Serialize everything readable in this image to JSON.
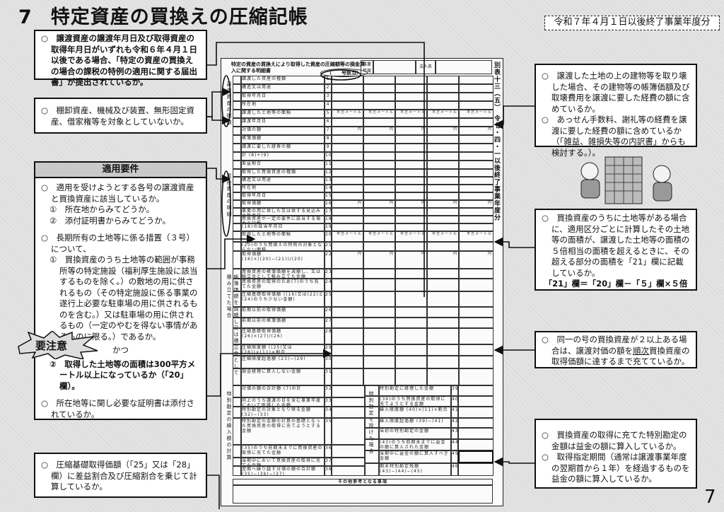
{
  "page": {
    "section_number": "7",
    "title": "特定資産の買換えの圧縮記帳",
    "period_label": "令和７年４月１日以後終了事業年度分",
    "page_number": "7"
  },
  "left_notes": {
    "note1": "○　譲渡資産の譲渡年月日及び取得資産の取得年月日がいずれも令和６年４月１日以後である場合、「特定の資産の買換えの場合の課税の特例の適用に関する届出書」が提出されているか。",
    "note2": "○　棚卸資産、機械及び装置、無形固定資産、借家権等を対象としていないか。",
    "requirements": {
      "heading": "適用要件",
      "item1": "○　適用を受けようとする各号の譲渡資産と買換資産に該当しているか。",
      "item1a": "①　所在地からみてどうか。",
      "item1b": "②　添付証明書からみてどうか。",
      "item2": "○　長期所有の土地等に係る措置（３号）について、",
      "item2a": "①　買換資産のうち土地等の範囲が事務所等の特定施設（福利厚生施設に該当するものを除く。）の敷地の用に供されるもの（その特定施設に係る事業の遂行上必要な駐車場の用に供されるものを含む。）又は駐車場の用に供されるもの（一定のやむを得ない事情があるものに限る。）であるか。",
      "and": "かつ",
      "caution": "要注意",
      "item2b": "②　取得した土地等の面積は300平方メートル以上になっているか（「20」欄）。",
      "item3": "○　所在地等に関し必要な証明書は添付されているか。"
    },
    "note4": "○　圧縮基礎取得価額（「25」又は「28」欄）に差益割合及び圧縮割合を乗じて計算しているか。"
  },
  "right_notes": {
    "note1a": "○　譲渡した土地の上の建物等を取り壊した場合、その建物等の帳簿価額及び取壊費用を譲渡に要した経費の額に含めているか。",
    "note1b": "○　あっせん手数料、謝礼等の経費を譲渡に要した経費の額に含めているか（「雑益、雑損失等の内訳書」からも検討する。）。",
    "note2": "○　買換資産のうちに土地等がある場合に、適用区分ごとに計算したその土地等の面積が、譲渡した土地等の面積の５倍相当の面積を超えるときに、その超える部分の面積を「21」欄に記載しているか。",
    "note2_formula": "「21」欄＝「20」欄－「５」欄×５倍",
    "note3_pre": "○　同一の号の買換資産が２以上ある場合は、譲渡対価の額を",
    "note3_em": "順次",
    "note3_post": "買換資産の取得価額に達するまで充てているか。",
    "note4a": "○　買換資産の取得に充てた特別勘定の金額は益金の額に算入しているか。",
    "note4b": "○　取得指定期間（通常は譲渡事業年度の翌期首から１年）を経過するものを益金の額に算入しているか。"
  },
  "form": {
    "title": "特定の資産の買換えにより取得した資産の圧縮額等の損金算入に関する明細書",
    "clause": "（　　号該当）",
    "fiscal_year_label": "事業年度",
    "corp_name_label": "法人名",
    "side_label": "別表十三（五）　令七・四・一以後終了事業年度分",
    "group1": "譲渡資産の明細",
    "group2": "買換資産の明細",
    "group3": "帳簿価額を減額し又は積立金として積み立てた場合",
    "group4": "特別勘定の繰入額の計算",
    "group5": "特別勘定を設けた場合",
    "unit_area": "平方メートル",
    "unit_yen": "円",
    "other": "その他参考となる事項",
    "rows": [
      {
        "no": "1",
        "label": "譲渡した資産の種類"
      },
      {
        "no": "2",
        "label": "構造又は用途"
      },
      {
        "no": "3",
        "label": "取得年月日"
      },
      {
        "no": "4",
        "label": "所在地"
      },
      {
        "no": "5",
        "label": "譲渡した土地等の面積"
      },
      {
        "no": "6",
        "label": "譲渡年月日"
      },
      {
        "no": "7",
        "label": "対価の額"
      },
      {
        "no": "8",
        "label": "帳簿価額"
      },
      {
        "no": "9",
        "label": "譲渡に要した経費の額"
      },
      {
        "no": "10",
        "label": "計 (8)+(9)"
      },
      {
        "no": "11",
        "label": "差益割合"
      },
      {
        "no": "12",
        "label": "取得した買換資産の種類"
      },
      {
        "no": "13",
        "label": "構造又は用途"
      },
      {
        "no": "14",
        "label": "所在地"
      },
      {
        "no": "15",
        "label": "取得年月日"
      },
      {
        "no": "16",
        "label": "取得価額"
      },
      {
        "no": "17",
        "label": "事業の用に供した又は供する見込みの年月日"
      },
      {
        "no": "18",
        "label": "買換資産が一定の要件に該当する場合の記載"
      },
      {
        "no": "19",
        "label": "(18)の該当年月日"
      },
      {
        "no": "20",
        "label": "取得した土地等の面積"
      },
      {
        "no": "21",
        "label": "(20)のうち買換えの特例の対象とならない面積"
      },
      {
        "no": "22",
        "label": "取得価額 (16)×((20)−(21))/(20)"
      },
      {
        "no": "23",
        "label": "買換資産の帳簿価額を減額し、又は積立金として積み立てた金額"
      },
      {
        "no": "24",
        "label": "買換資産の取得のため(7)のうち充てた金額"
      },
      {
        "no": "25",
        "label": "圧縮基礎取得価額 ((16)又は(22)と(24)のうち少ない金額)"
      },
      {
        "no": "26",
        "label": "前期以前の取得価額"
      },
      {
        "no": "27",
        "label": "前期以前の帳簿価額"
      },
      {
        "no": "28",
        "label": "圧縮基礎取得価額 (26)×(27)/(26)"
      },
      {
        "no": "29",
        "label": "圧縮限度額 ((25)又は(28))×(11)×割合"
      },
      {
        "no": "30",
        "label": "圧縮限度超過額 (23)−(29)"
      },
      {
        "no": "31",
        "label": "損金経理に算入しない金額"
      },
      {
        "no": "32",
        "label": "対価の額の合計額 (7)の計"
      },
      {
        "no": "33",
        "label": "同上のうち譲渡の日を含む事業年度において取得した金額"
      },
      {
        "no": "34",
        "label": "特別勘定の対象となり得る金額 (32)−(33)"
      },
      {
        "no": "35",
        "label": "特別勘定の金額の計算の基礎となった買換資産の取得に充てようとする金額"
      },
      {
        "no": "36",
        "label": "(35)のうち前期末までに買換資産の取得に充てた金額"
      },
      {
        "no": "37",
        "label": "当期中において買換資産の取得に充てた金額"
      },
      {
        "no": "38",
        "label": "翌期へ繰り越す対価の額の合計額 (35)−(36)−(37)"
      },
      {
        "no": "39",
        "label": "特別勘定に経理した金額"
      },
      {
        "no": "40",
        "label": "(39)のうち買換資産の取得に充てようとする金額"
      },
      {
        "no": "41",
        "label": "繰入限度額 (40)×(11)×割合"
      },
      {
        "no": "42",
        "label": "繰入限度超過額 (39)−(41)"
      },
      {
        "no": "43",
        "label": "当初の特別勘定の金額"
      },
      {
        "no": "44",
        "label": "(43)のうち前期末までに益金の額に算入された金額"
      },
      {
        "no": "45",
        "label": "当期中に益金の額に算入すべき金額"
      },
      {
        "no": "46",
        "label": "期末特別勘定残額 (43)−(44)−(45)"
      }
    ]
  }
}
